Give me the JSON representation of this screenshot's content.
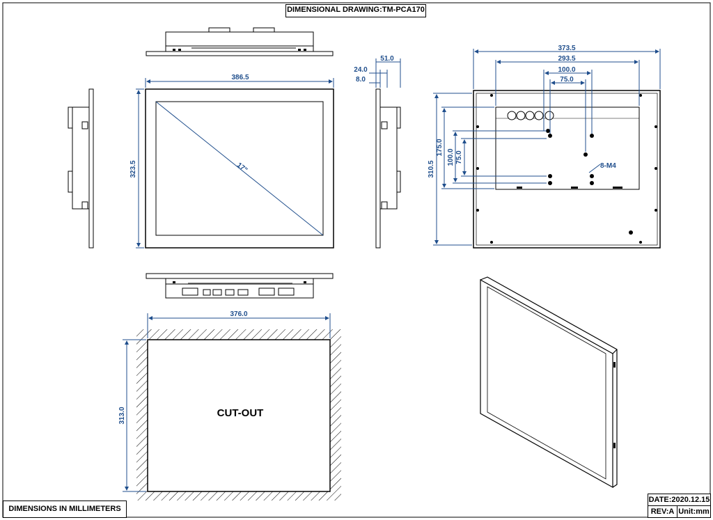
{
  "title": "DIMENSIONAL DRAWING:TM-PCA170",
  "footer": {
    "units_note": "DIMENSIONS IN MILLIMETERS",
    "date": "DATE:2020.12.15",
    "rev": "REV:A",
    "unit": "Unit:mm"
  },
  "front_view": {
    "width": "386.5",
    "height": "323.5",
    "diagonal": "17\""
  },
  "side_view": {
    "depth_total": "51.0",
    "depth_a": "24.0",
    "depth_b": "8.0"
  },
  "rear_view": {
    "width_total": "373.5",
    "width_mid": "293.5",
    "vesa_100": "100.0",
    "vesa_75": "75.0",
    "height_total": "310.5",
    "height_175": "175.0",
    "height_100": "100.0",
    "height_75": "75.0",
    "screws": "8-M4"
  },
  "cutout": {
    "label": "CUT-OUT",
    "width": "376.0",
    "height": "313.0"
  },
  "colors": {
    "line": "#000000",
    "dimension": "#1f4e8c"
  }
}
